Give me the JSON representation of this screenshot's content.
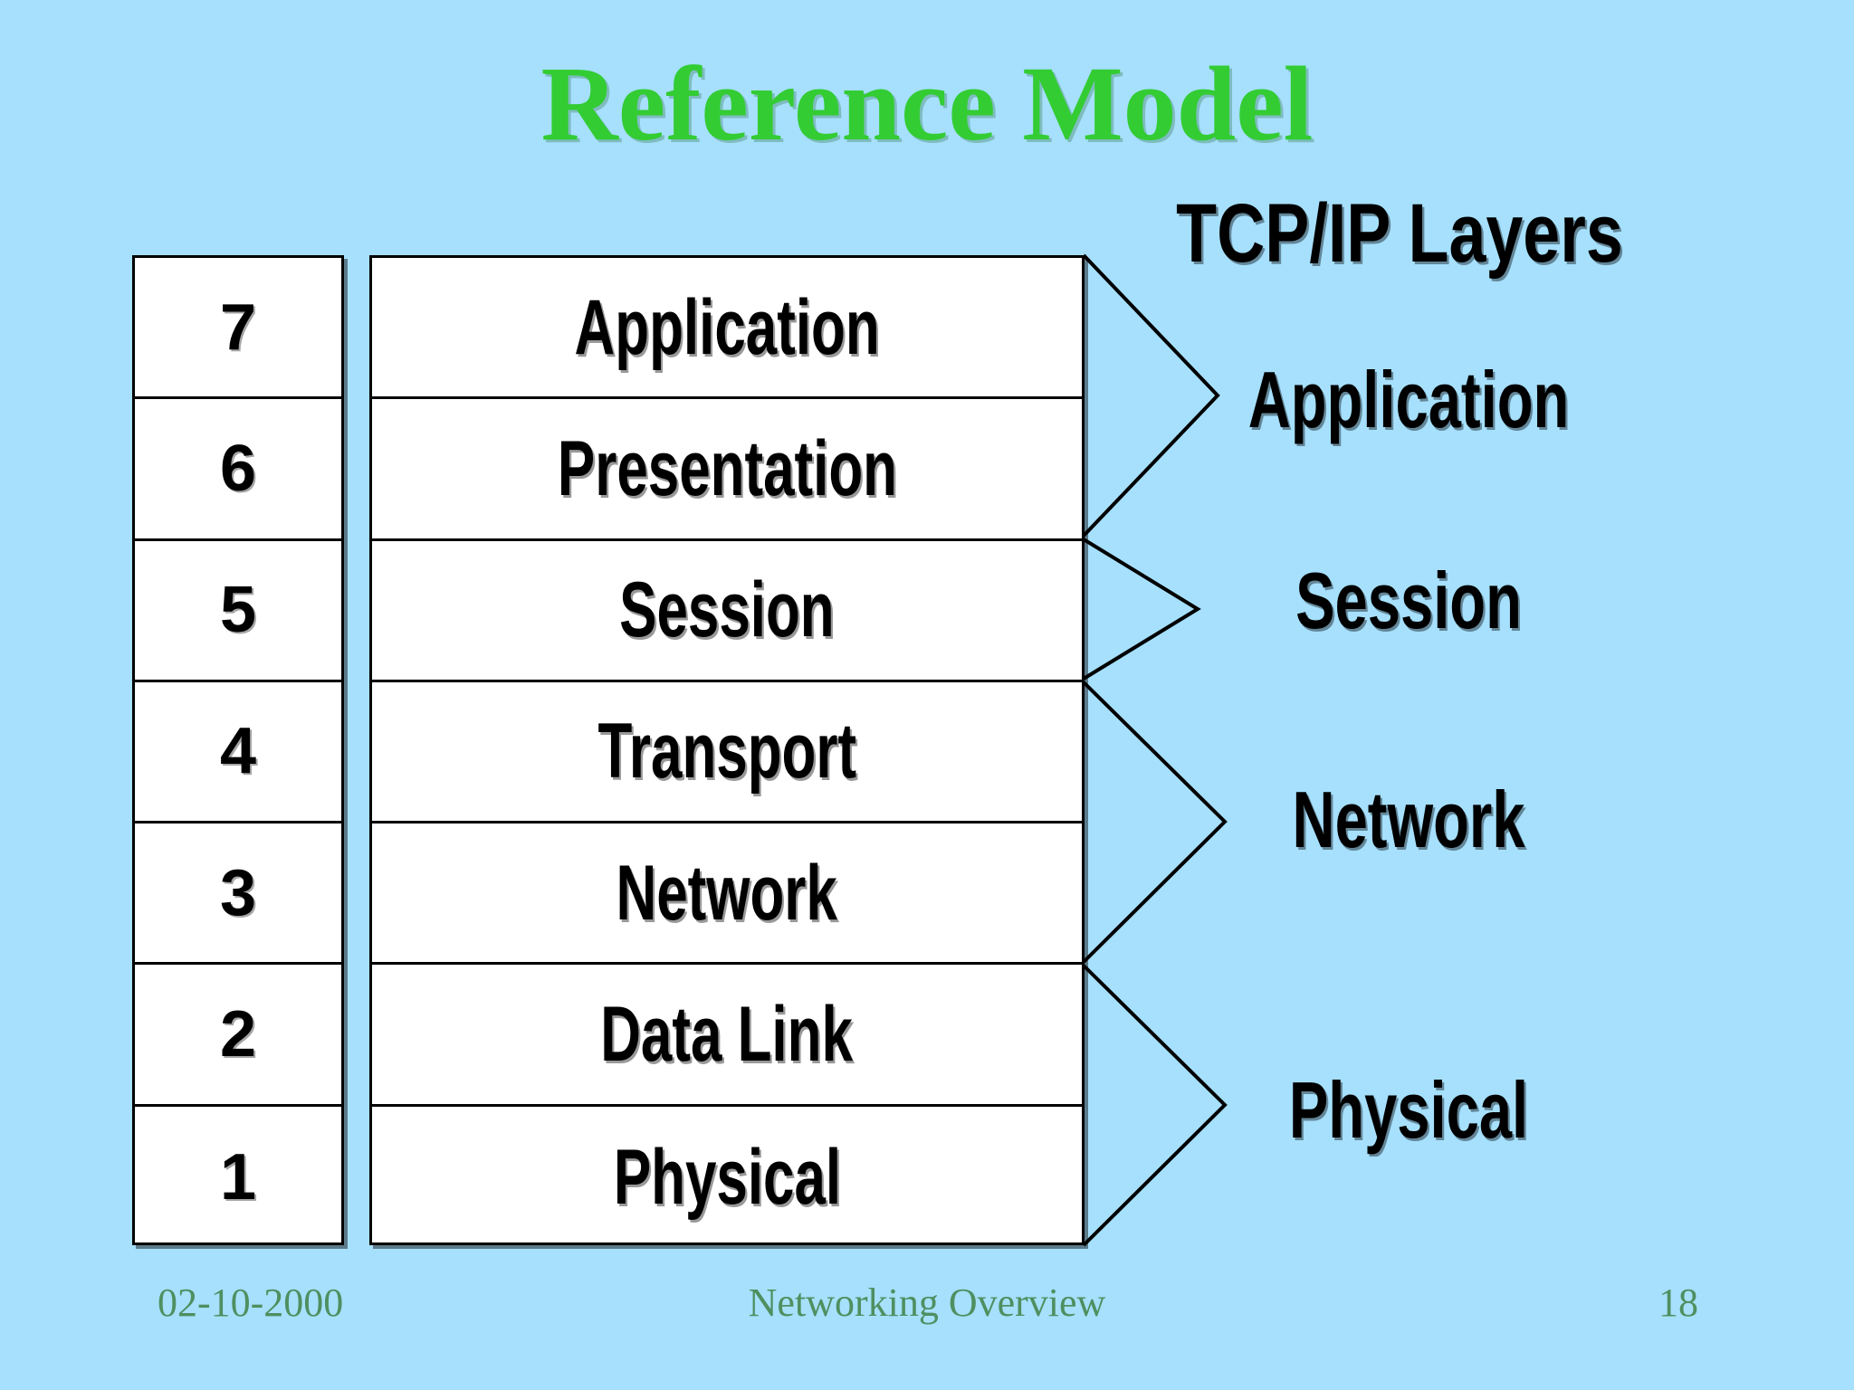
{
  "slide": {
    "title": "Reference Model",
    "background_color": "#a6e0fd",
    "title_color": "#33cc33"
  },
  "osi_table": {
    "rows": [
      {
        "number": "7",
        "name": "Application"
      },
      {
        "number": "6",
        "name": "Presentation"
      },
      {
        "number": "5",
        "name": "Session"
      },
      {
        "number": "4",
        "name": "Transport"
      },
      {
        "number": "3",
        "name": "Network"
      },
      {
        "number": "2",
        "name": "Data Link"
      },
      {
        "number": "1",
        "name": "Physical"
      }
    ]
  },
  "tcpip": {
    "heading": "TCP/IP Layers",
    "layers": [
      {
        "label": "Application",
        "maps_to_osi": [
          "7",
          "6"
        ]
      },
      {
        "label": "Session",
        "maps_to_osi": [
          "5"
        ]
      },
      {
        "label": "Network",
        "maps_to_osi": [
          "4",
          "3"
        ]
      },
      {
        "label": "Physical",
        "maps_to_osi": [
          "2",
          "1"
        ]
      }
    ]
  },
  "footer": {
    "date": "02-10-2000",
    "center": "Networking Overview",
    "page_number": "18",
    "color": "#4f8f60"
  }
}
